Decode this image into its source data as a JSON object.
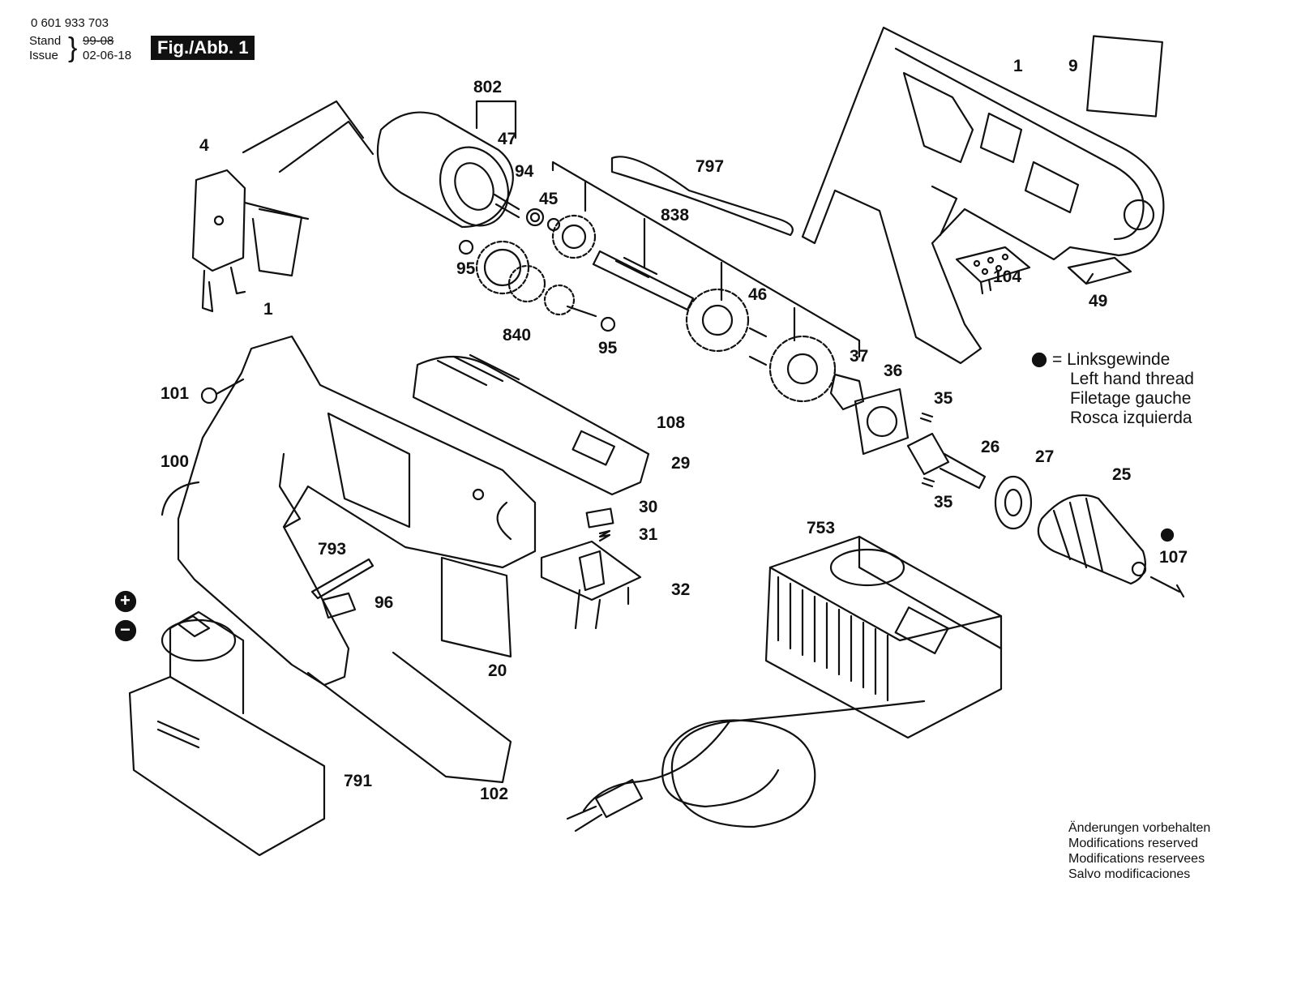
{
  "header": {
    "part_number": "0 601 933 703",
    "stand_label": "Stand",
    "stand_value": "99-08",
    "issue_label": "Issue",
    "issue_value": "02-06-18",
    "figure_badge": "Fig./Abb. 1"
  },
  "legend": {
    "symbol": "= ",
    "lines": [
      "Linksgewinde",
      "Left hand thread",
      "Filetage gauche",
      "Rosca izquierda"
    ]
  },
  "footer_note": {
    "lines": [
      "Änderungen vorbehalten",
      "Modifications reserved",
      "Modifications reservees",
      "Salvo modificaciones"
    ]
  },
  "part_labels": {
    "p802": "802",
    "p47": "47",
    "p4": "4",
    "p94": "94",
    "p45": "45",
    "p797": "797",
    "p838": "838",
    "p1_top": "1",
    "p9": "9",
    "p95_a": "95",
    "p95_b": "95",
    "p840": "840",
    "p46": "46",
    "p104": "104",
    "p49": "49",
    "p1_left": "1",
    "p101": "101",
    "p37": "37",
    "p36": "36",
    "p35_a": "35",
    "p35_b": "35",
    "p108": "108",
    "p26": "26",
    "p27": "27",
    "p25": "25",
    "p100": "100",
    "p29": "29",
    "p30": "30",
    "p31": "31",
    "p32": "32",
    "p753": "753",
    "p107": "107",
    "p793": "793",
    "p96": "96",
    "p20": "20",
    "p791": "791",
    "p102": "102"
  },
  "polarity": {
    "plus": "+",
    "minus": "−"
  }
}
